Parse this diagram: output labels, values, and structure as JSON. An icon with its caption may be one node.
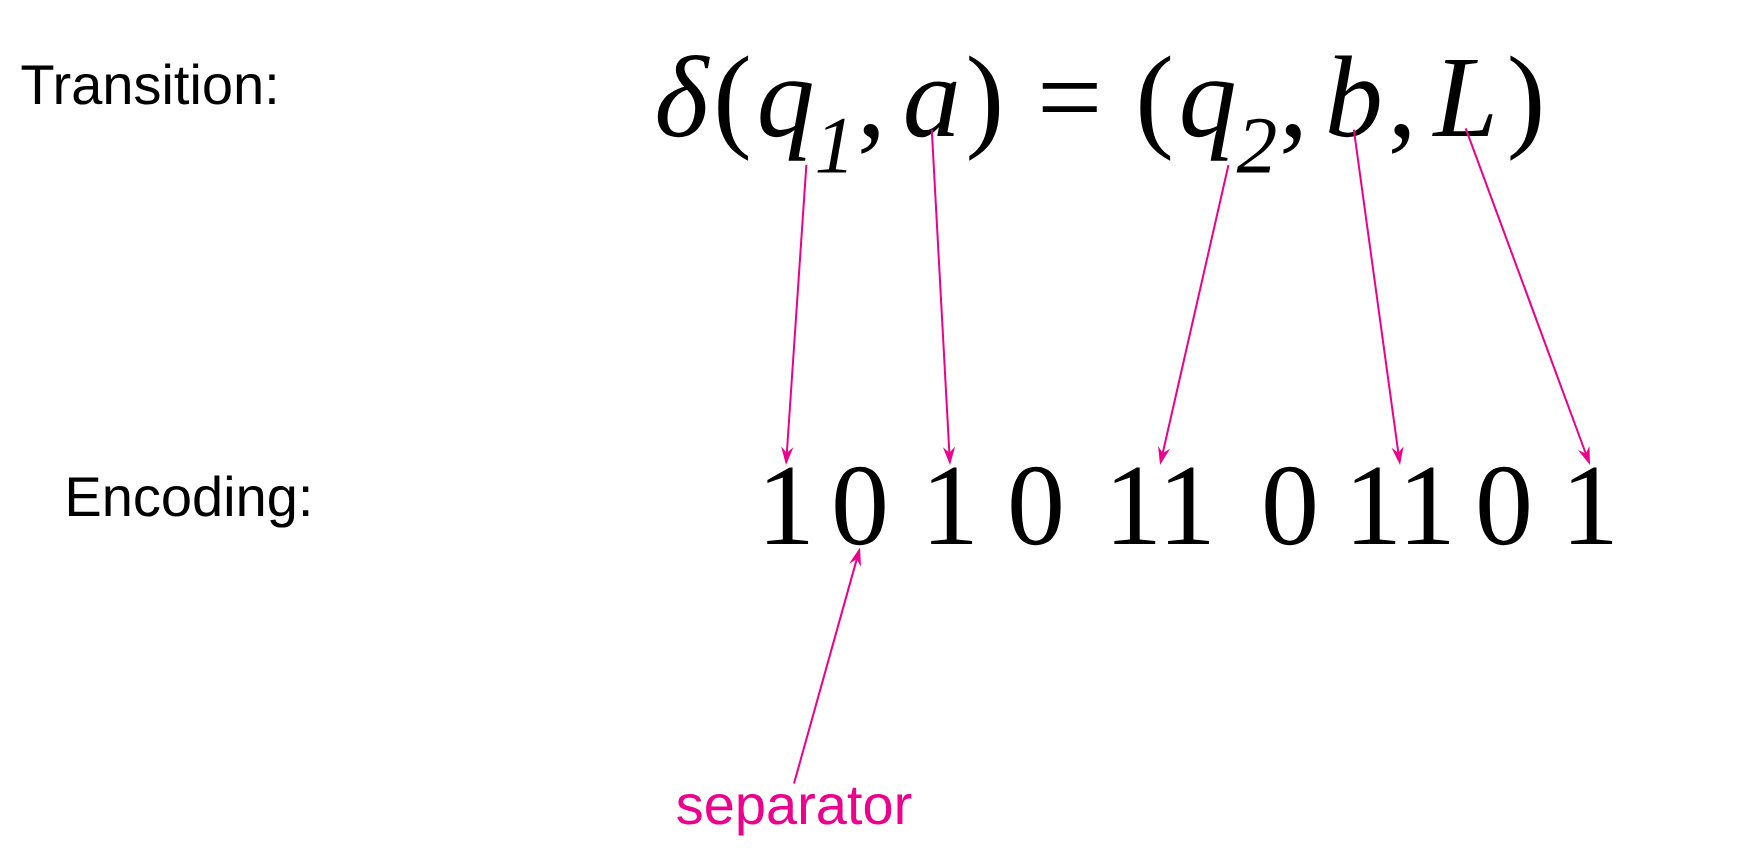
{
  "diagram": {
    "nodes": [
      {
        "text": [
          "q$_{1}$"
        ]
      },
      {
        "text": [
          "a"
        ]
      },
      {
        "text": [
          "q$_{2}$"
        ]
      },
      {
        "text": [
          "b"
        ]
      },
      {
        "text": [
          "L"
        ]
      },
      {
        "text": [
          "1"
        ]
      },
      {
        "text": [
          "0"
        ]
      },
      {
        "text": [
          "1"
        ]
      },
      {
        "text": [
          "11"
        ]
      },
      {
        "text": [
          "11"
        ]
      },
      {
        "text": [
          "1"
        ]
      },
      {
        "text": [
          "separator"
        ]
      }
    ],
    "edges": [
      {
        "from": 0,
        "to": 5,
        "arrow": "to"
      },
      {
        "from": 1,
        "to": 7,
        "arrow": "to"
      },
      {
        "from": 2,
        "to": 8,
        "arrow": "to"
      },
      {
        "from": 3,
        "to": 9,
        "arrow": "to"
      },
      {
        "from": 4,
        "to": 10,
        "arrow": "to"
      },
      {
        "from": 11,
        "to": 6,
        "arrow": "to"
      }
    ],
    "labels": [
      "Transition:",
      "δ",
      "(",
      ",",
      ")",
      "=",
      "(",
      ",",
      ",",
      ")",
      "Encoding:",
      "0",
      "0",
      "0"
    ]
  }
}
